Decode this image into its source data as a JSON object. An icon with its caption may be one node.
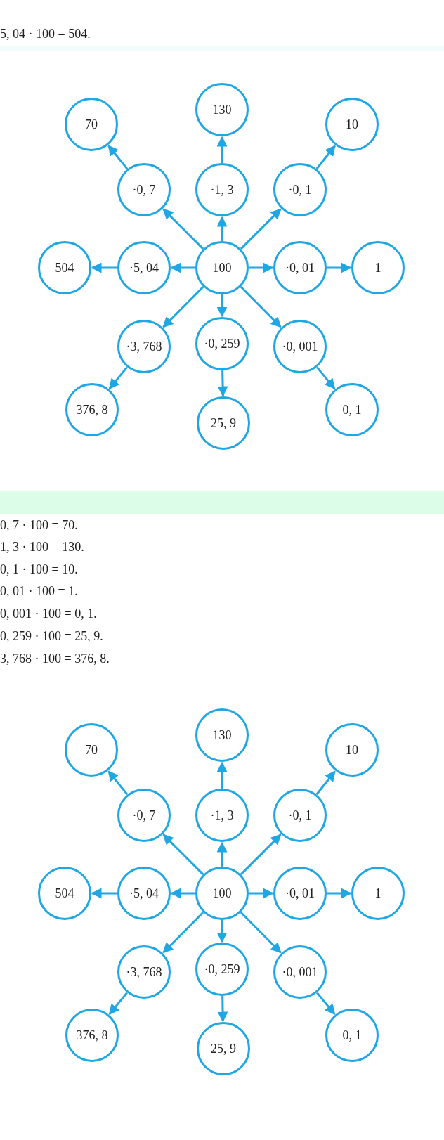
{
  "diagram": {
    "nodes": [
      {
        "text": [
          "70"
        ]
      },
      {
        "text": [
          "130"
        ]
      },
      {
        "text": [
          "10"
        ]
      },
      {
        "text": [
          "·0, 7"
        ]
      },
      {
        "text": [
          "·1, 3"
        ]
      },
      {
        "text": [
          "·0, 1"
        ]
      },
      {
        "text": [
          "504"
        ]
      },
      {
        "text": [
          "·5, 04"
        ]
      },
      {
        "text": [
          "100"
        ]
      },
      {
        "text": [
          "·0, 01"
        ]
      },
      {
        "text": [
          "1"
        ]
      },
      {
        "text": [
          "·3, 768"
        ]
      },
      {
        "text": [
          "·0, 259"
        ]
      },
      {
        "text": [
          "·0, 001"
        ]
      },
      {
        "text": [
          "376, 8"
        ]
      },
      {
        "text": [
          "25, 9"
        ]
      },
      {
        "text": [
          "0, 1"
        ]
      },
      {
        "text": [
          "70"
        ]
      },
      {
        "text": [
          "130"
        ]
      },
      {
        "text": [
          "10"
        ]
      },
      {
        "text": [
          "·0, 7"
        ]
      },
      {
        "text": [
          "·1, 3"
        ]
      },
      {
        "text": [
          "·0, 1"
        ]
      },
      {
        "text": [
          "504"
        ]
      },
      {
        "text": [
          "·5, 04"
        ]
      },
      {
        "text": [
          "100"
        ]
      },
      {
        "text": [
          "·0, 01"
        ]
      },
      {
        "text": [
          "1"
        ]
      },
      {
        "text": [
          "·3, 768"
        ]
      },
      {
        "text": [
          "·0, 259"
        ]
      },
      {
        "text": [
          "·0, 001"
        ]
      },
      {
        "text": [
          "376, 8"
        ]
      },
      {
        "text": [
          "25, 9"
        ]
      },
      {
        "text": [
          "0, 1"
        ]
      }
    ],
    "edges": [
      {
        "from": 8,
        "to": 3,
        "arrow": "to"
      },
      {
        "from": 8,
        "to": 4,
        "arrow": "to"
      },
      {
        "from": 8,
        "to": 5,
        "arrow": "to"
      },
      {
        "from": 8,
        "to": 7,
        "arrow": "to"
      },
      {
        "from": 8,
        "to": 9,
        "arrow": "to"
      },
      {
        "from": 8,
        "to": 11,
        "arrow": "to"
      },
      {
        "from": 8,
        "to": 12,
        "arrow": "to"
      },
      {
        "from": 8,
        "to": 13,
        "arrow": "to"
      },
      {
        "from": 3,
        "to": 0,
        "arrow": "to"
      },
      {
        "from": 4,
        "to": 1,
        "arrow": "to"
      },
      {
        "from": 5,
        "to": 2,
        "arrow": "to"
      },
      {
        "from": 7,
        "to": 6,
        "arrow": "to"
      },
      {
        "from": 9,
        "to": 10,
        "arrow": "to"
      },
      {
        "from": 11,
        "to": 14,
        "arrow": "to"
      },
      {
        "from": 12,
        "to": 15,
        "arrow": "to"
      },
      {
        "from": 13,
        "to": 16,
        "arrow": "to"
      },
      {
        "from": 25,
        "to": 20,
        "arrow": "to"
      },
      {
        "from": 25,
        "to": 21,
        "arrow": "to"
      },
      {
        "from": 25,
        "to": 22,
        "arrow": "to"
      },
      {
        "from": 25,
        "to": 24,
        "arrow": "to"
      },
      {
        "from": 25,
        "to": 26,
        "arrow": "to"
      },
      {
        "from": 25,
        "to": 28,
        "arrow": "to"
      },
      {
        "from": 25,
        "to": 29,
        "arrow": "to"
      },
      {
        "from": 25,
        "to": 30,
        "arrow": "to"
      },
      {
        "from": 20,
        "to": 17,
        "arrow": "to"
      },
      {
        "from": 21,
        "to": 18,
        "arrow": "to"
      },
      {
        "from": 22,
        "to": 19,
        "arrow": "to"
      },
      {
        "from": 24,
        "to": 23,
        "arrow": "to"
      },
      {
        "from": 26,
        "to": 27,
        "arrow": "to"
      },
      {
        "from": 28,
        "to": 31,
        "arrow": "to"
      },
      {
        "from": 29,
        "to": 32,
        "arrow": "to"
      },
      {
        "from": 30,
        "to": 33,
        "arrow": "to"
      }
    ],
    "labels": [
      "5, 04 · 100 = 504.",
      "0, 7 · 100 = 70.",
      "1, 3 · 100 = 130.",
      "0, 1 · 100 = 10.",
      "0, 01 · 100 = 1.",
      "0, 001 · 100 = 0, 1.",
      "0, 259 · 100 = 25, 9.",
      "3, 768 · 100 = 376, 8."
    ]
  }
}
